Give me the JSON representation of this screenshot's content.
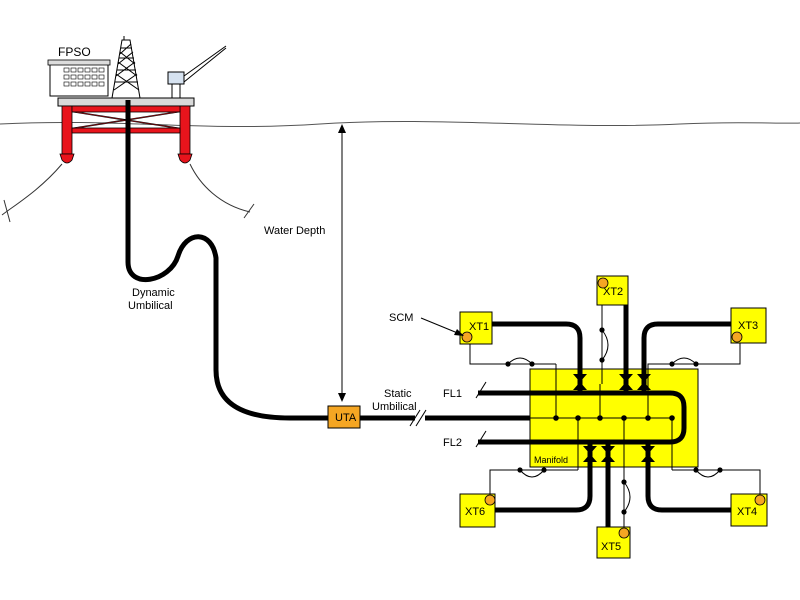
{
  "labels": {
    "fpso": "FPSO",
    "water_depth": "Water Depth",
    "dynamic_umbilical_line1": "Dynamic",
    "dynamic_umbilical_line2": "Umbilical",
    "static_umbilical_line1": "Static",
    "static_umbilical_line2": "Umbilical",
    "uta": "UTA",
    "scm": "SCM",
    "fl1": "FL1",
    "fl2": "FL2",
    "manifold": "Manifold"
  },
  "trees": [
    {
      "id": "xt1",
      "label": "XT1"
    },
    {
      "id": "xt2",
      "label": "XT2"
    },
    {
      "id": "xt3",
      "label": "XT3"
    },
    {
      "id": "xt4",
      "label": "XT4"
    },
    {
      "id": "xt5",
      "label": "XT5"
    },
    {
      "id": "xt6",
      "label": "XT6"
    }
  ],
  "colors": {
    "platform_red": "#e8141c",
    "box_yellow": "#ffff00",
    "uta_orange": "#f5a623",
    "scm_orange": "#f5a623",
    "line": "#000000",
    "platform_gray": "#dcdcdc"
  }
}
